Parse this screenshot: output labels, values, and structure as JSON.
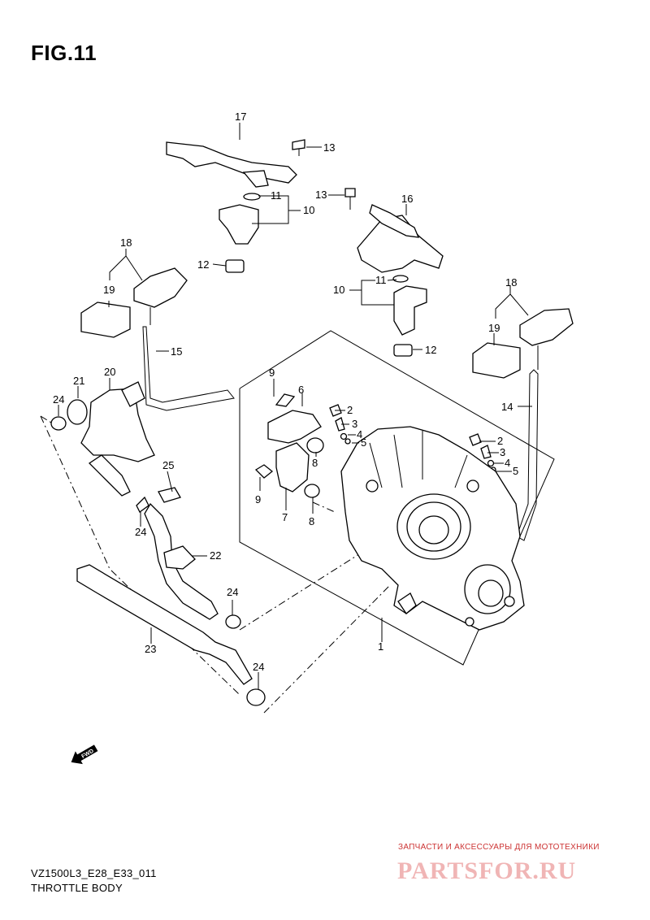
{
  "figure": {
    "title": "FIG.11",
    "model_code": "VZ1500L3_E28_E33_011",
    "section_title": "THROTTLE BODY"
  },
  "direction_marker": {
    "label": "FWD",
    "icon": "arrow-left-icon"
  },
  "callouts": {
    "n1": "1",
    "n2a": "2",
    "n2b": "2",
    "n3a": "3",
    "n3b": "3",
    "n4a": "4",
    "n4b": "4",
    "n5a": "5",
    "n5b": "5",
    "n6": "6",
    "n7": "7",
    "n8a": "8",
    "n8b": "8",
    "n9a": "9",
    "n9b": "9",
    "n10a": "10",
    "n10b": "10",
    "n11a": "11",
    "n11b": "11",
    "n12a": "12",
    "n12b": "12",
    "n13a": "13",
    "n13b": "13",
    "n14": "14",
    "n15": "15",
    "n16": "16",
    "n17": "17",
    "n18a": "18",
    "n18b": "18",
    "n19a": "19",
    "n19b": "19",
    "n20": "20",
    "n21": "21",
    "n22": "22",
    "n23": "23",
    "n24a": "24",
    "n24b": "24",
    "n24c": "24",
    "n24d": "24",
    "n25": "25"
  },
  "watermark": {
    "tagline": "ЗАПЧАСТИ И АКСЕССУАРЫ ДЛЯ МОТОТЕХНИКИ",
    "brand": "PARTSFOR.RU",
    "color": "#cc3333"
  }
}
